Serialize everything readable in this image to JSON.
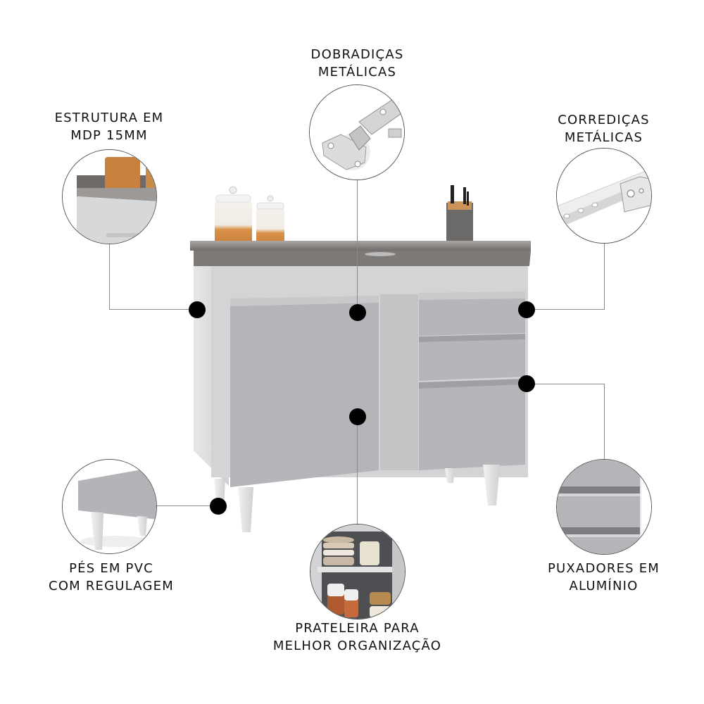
{
  "title": "Balcão de cozinha com tampo inox - destaques",
  "colors": {
    "background": "#ffffff",
    "text": "#111111",
    "cabinet_body": "#d9dadc",
    "cabinet_front": "#b4b5b8",
    "steel_top": "#8f8c8a",
    "dot": "#000000",
    "connector_line": "#8a8a8a"
  },
  "features": [
    {
      "id": "estrutura",
      "lines": [
        "ESTRUTURA EM",
        "MDP 15MM"
      ],
      "icon": "countertop-detail-icon"
    },
    {
      "id": "dobradicas",
      "lines": [
        "DOBRADIÇAS",
        "METÁLICAS"
      ],
      "icon": "hinge-icon"
    },
    {
      "id": "corredicas",
      "lines": [
        "CORREDIÇAS",
        "METÁLICAS"
      ],
      "icon": "drawer-slide-icon"
    },
    {
      "id": "pes",
      "lines": [
        "PÉS EM PVC",
        "COM REGULAGEM"
      ],
      "icon": "cabinet-leg-icon"
    },
    {
      "id": "prateleira",
      "lines": [
        "PRATELEIRA PARA",
        "MELHOR ORGANIZAÇÃO"
      ],
      "icon": "shelf-icon"
    },
    {
      "id": "puxadores",
      "lines": [
        "PUXADORES EM",
        "ALUMÍNIO"
      ],
      "icon": "aluminum-handle-icon"
    }
  ],
  "product": {
    "doors": 1,
    "drawers": 3,
    "legs": 4,
    "countertop_items": [
      "canister-large",
      "canister-small",
      "knife-block"
    ]
  }
}
